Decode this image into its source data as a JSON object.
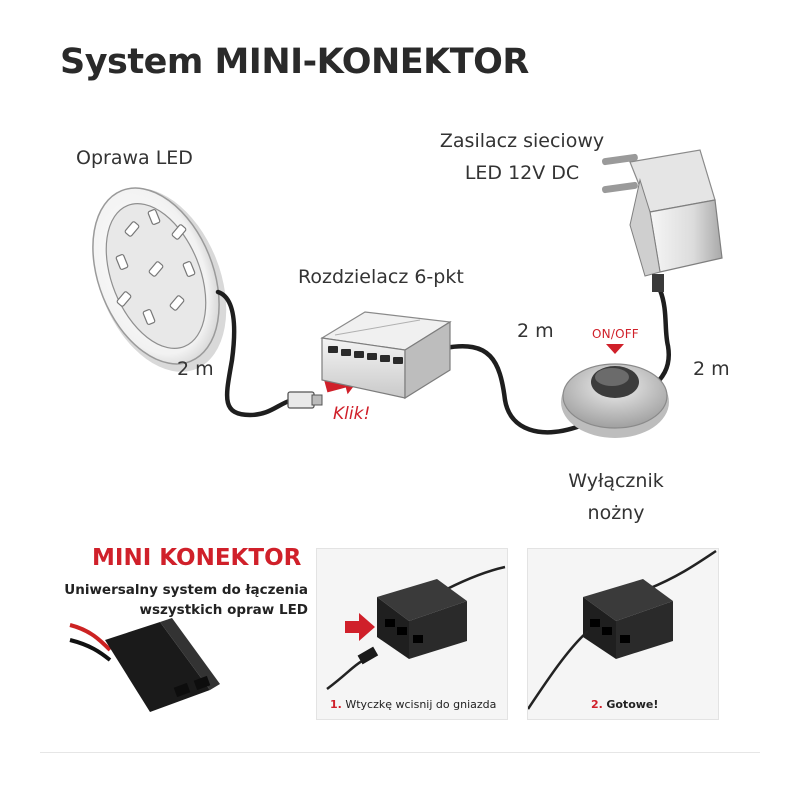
{
  "title": "System MINI-KONEKTOR",
  "labels": {
    "led_fixture": "Oprawa LED",
    "power_supply_line1": "Zasilacz sieciowy",
    "power_supply_line2": "LED 12V DC",
    "splitter": "Rozdzielacz 6-pkt",
    "cable_left": "2 m",
    "cable_middle": "2 m",
    "cable_right": "2 m",
    "klik": "Klik!",
    "on_off": "ON/OFF",
    "switch_line1": "Wyłącznik",
    "switch_line2": "nożny"
  },
  "mini_konektor": {
    "title": "MINI KONEKTOR",
    "subtitle_line1": "Uniwersalny system do łączenia",
    "subtitle_line2": "wszystkich opraw LED"
  },
  "steps": [
    {
      "number": "1.",
      "text": "Wtyczkę wcisnij do gniazda"
    },
    {
      "number": "2.",
      "text": "Gotowe!"
    }
  ],
  "colors": {
    "accent": "#d0202a",
    "text": "#2b2b2b"
  }
}
